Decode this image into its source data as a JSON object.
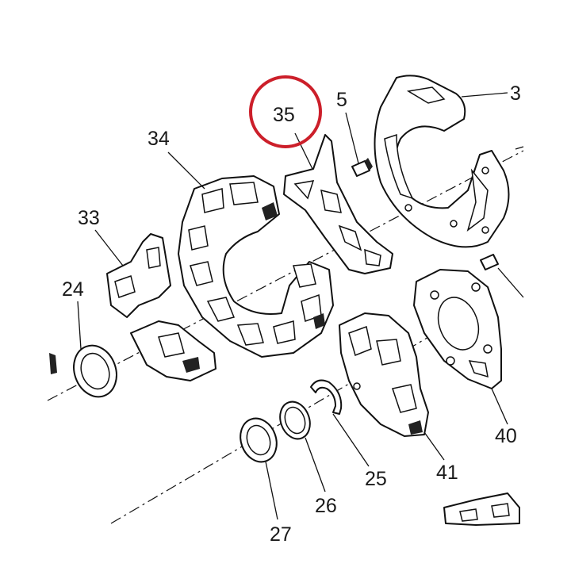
{
  "colors": {
    "highlight": "#cc1f2a",
    "ink": "#111111",
    "background": "#ffffff"
  },
  "labels": {
    "p3": "3",
    "p5": "5",
    "p24": "24",
    "p25": "25",
    "p26": "26",
    "p33": "33",
    "p34": "34",
    "p35": "35",
    "p40": "40",
    "p41": "41",
    "p27": "27"
  },
  "highlighted_part": "35"
}
